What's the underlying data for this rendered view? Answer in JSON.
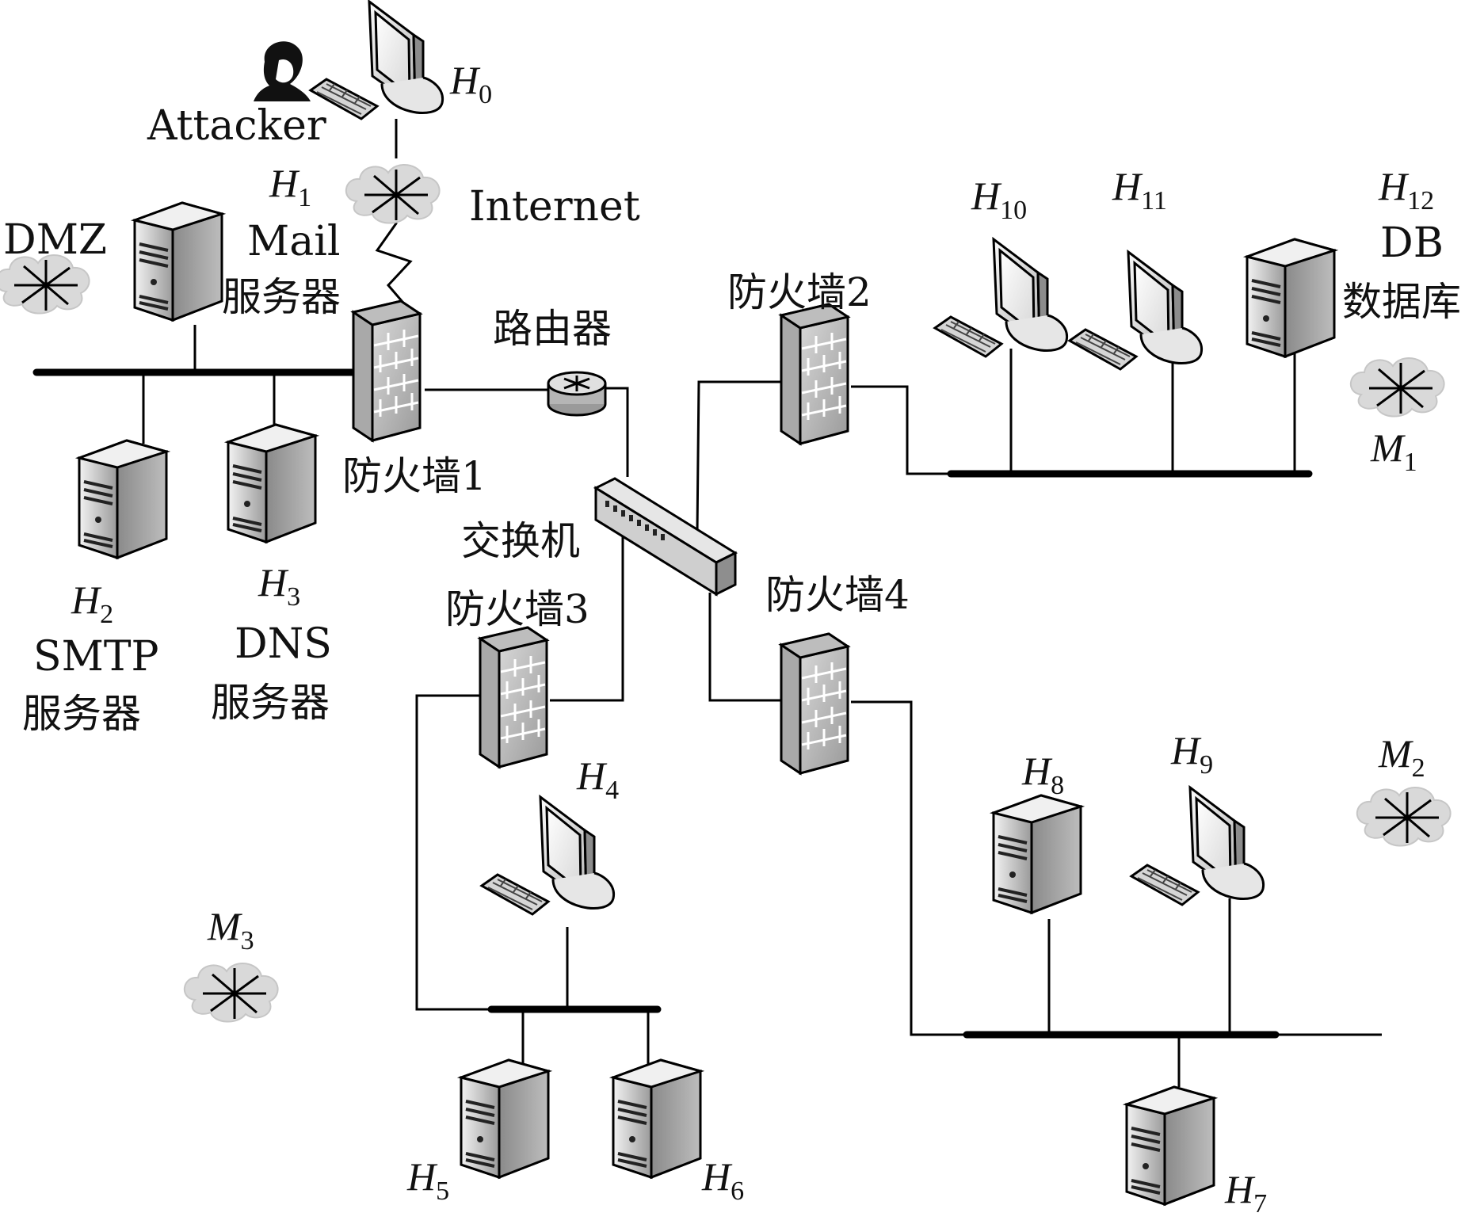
{
  "network": {
    "attacker": "Attacker",
    "internet": "Internet",
    "dmz": "DMZ",
    "router": "路由器",
    "switch": "交换机",
    "firewall1": "防火墙1",
    "firewall2": "防火墙2",
    "firewall3": "防火墙3",
    "firewall4": "防火墙4"
  },
  "hosts": {
    "h0": {
      "base": "H",
      "sub": "0"
    },
    "h1": {
      "base": "H",
      "sub": "1",
      "line1": "Mail",
      "line2": "服务器"
    },
    "h2": {
      "base": "H",
      "sub": "2",
      "line1": "SMTP",
      "line2": "服务器"
    },
    "h3": {
      "base": "H",
      "sub": "3",
      "line1": "DNS",
      "line2": "服务器"
    },
    "h4": {
      "base": "H",
      "sub": "4"
    },
    "h5": {
      "base": "H",
      "sub": "5"
    },
    "h6": {
      "base": "H",
      "sub": "6"
    },
    "h7": {
      "base": "H",
      "sub": "7"
    },
    "h8": {
      "base": "H",
      "sub": "8"
    },
    "h9": {
      "base": "H",
      "sub": "9"
    },
    "h10": {
      "base": "H",
      "sub": "10"
    },
    "h11": {
      "base": "H",
      "sub": "11"
    },
    "h12": {
      "base": "H",
      "sub": "12",
      "line1": "DB",
      "line2": "数据库"
    }
  },
  "monitors": {
    "m1": {
      "base": "M",
      "sub": "1"
    },
    "m2": {
      "base": "M",
      "sub": "2"
    },
    "m3": {
      "base": "M",
      "sub": "3"
    }
  }
}
